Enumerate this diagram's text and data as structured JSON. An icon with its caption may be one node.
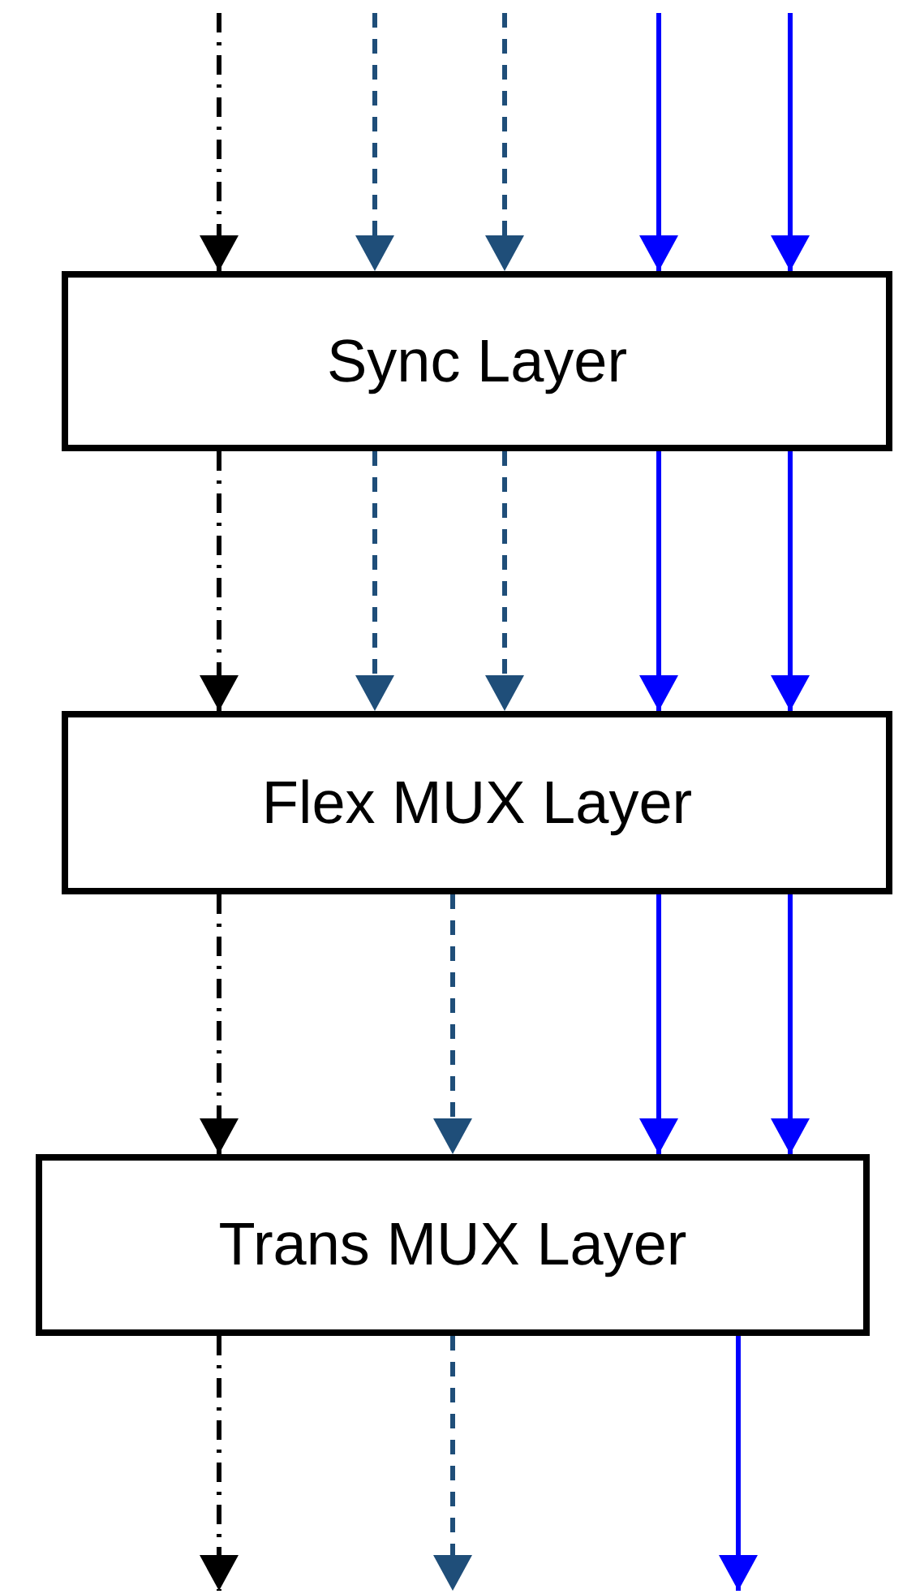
{
  "diagram": {
    "nodes": [
      {
        "text": [
          "Sync Layer"
        ]
      },
      {
        "text": [
          "Flex MUX Layer"
        ]
      },
      {
        "text": [
          "Trans MUX Layer"
        ]
      }
    ],
    "edges": [
      {
        "from": null,
        "to": 0,
        "arrow": "to",
        "style": "dashed",
        "color": "#000000"
      },
      {
        "from": null,
        "to": 0,
        "arrow": "to",
        "style": "dashed",
        "color": "#1f4e79"
      },
      {
        "from": null,
        "to": 0,
        "arrow": "to",
        "style": "dashed",
        "color": "#1f4e79"
      },
      {
        "from": null,
        "to": 0,
        "arrow": "to"
      },
      {
        "from": null,
        "to": 0,
        "arrow": "to"
      },
      {
        "from": 0,
        "to": 1,
        "arrow": "to",
        "style": "dashed",
        "color": "#000000"
      },
      {
        "from": 0,
        "to": 1,
        "arrow": "to",
        "style": "dashed",
        "color": "#1f4e79"
      },
      {
        "from": 0,
        "to": 1,
        "arrow": "to",
        "style": "dashed",
        "color": "#1f4e79"
      },
      {
        "from": 0,
        "to": 1,
        "arrow": "to"
      },
      {
        "from": 0,
        "to": 1,
        "arrow": "to"
      },
      {
        "from": 1,
        "to": 2,
        "arrow": "to",
        "style": "dashed",
        "color": "#000000"
      },
      {
        "from": 1,
        "to": 2,
        "arrow": "to",
        "style": "dashed",
        "color": "#1f4e79"
      },
      {
        "from": 1,
        "to": 2,
        "arrow": "to"
      },
      {
        "from": 1,
        "to": 2,
        "arrow": "to"
      },
      {
        "from": 2,
        "to": null,
        "arrow": "to",
        "style": "dashed",
        "color": "#000000"
      },
      {
        "from": 2,
        "to": null,
        "arrow": "to",
        "style": "dashed",
        "color": "#1f4e79"
      },
      {
        "from": 2,
        "to": null,
        "arrow": "to"
      }
    ]
  }
}
